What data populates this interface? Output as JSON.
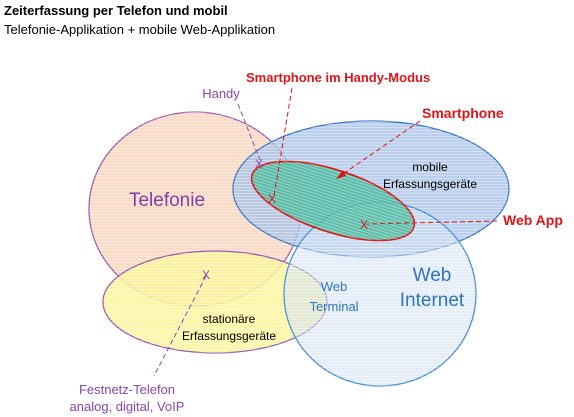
{
  "header": {
    "title": "Zeiterfassung per Telefon und mobil",
    "subtitle": "Telefonie-Applikation + mobile Web-Applikation"
  },
  "diagram": {
    "sets": {
      "telefonie": "Telefonie",
      "mobile_line1": "mobile",
      "mobile_line2": "Erfassungsgeräte",
      "web_line1": "Web",
      "web_line2": "Internet",
      "stationaer_line1": "stationäre",
      "stationaer_line2": "Erfassungsgeräte",
      "webterminal_line1": "Web",
      "webterminal_line2": "Terminal"
    },
    "callouts": {
      "handy": "Handy",
      "smartphone_handy_modus": "Smartphone im Handy-Modus",
      "smartphone": "Smartphone",
      "web_app": "Web App",
      "festnetz_line1": "Festnetz-Telefon",
      "festnetz_line2": "analog, digital, VoIP"
    },
    "marker": "X"
  },
  "colors": {
    "telefonie_fill": "#f9d5bd",
    "telefonie_stroke": "#9a5ab0",
    "mobile_fill": "#a8c3e8",
    "mobile_stroke": "#3b78c4",
    "web_fill": "#cfe0f2",
    "web_stroke": "#3f8ed8",
    "stationaer_fill": "#fbf49a",
    "stationaer_stroke": "#9a5ab0",
    "smartphone_fill": "#43b79a",
    "red": "#e11414",
    "purple": "#8b46b4",
    "telefonie_text": "#8040a8",
    "web_text": "#2e74c0"
  }
}
